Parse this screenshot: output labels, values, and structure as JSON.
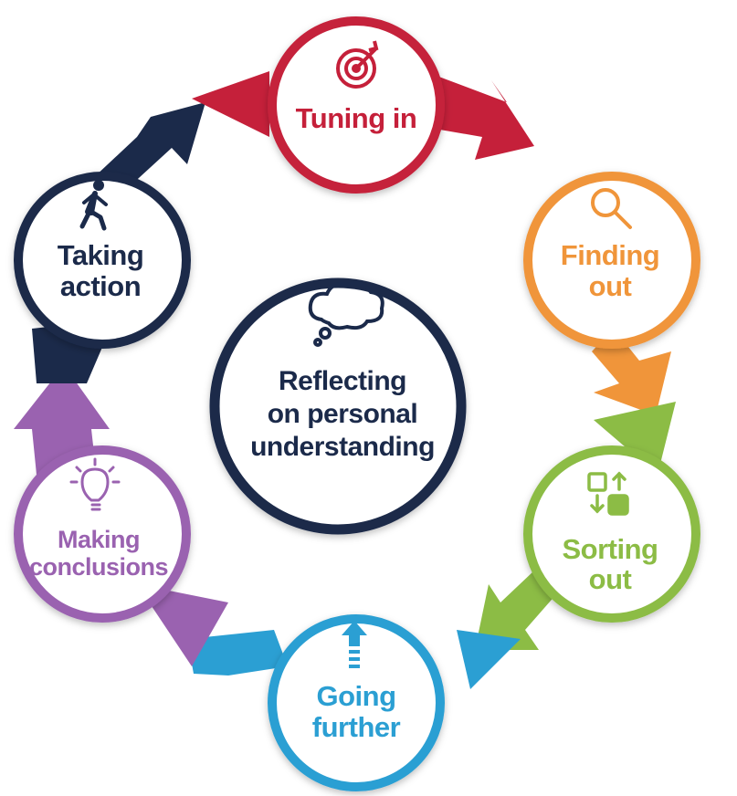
{
  "center": {
    "line1": "Reflecting",
    "line2": "on personal",
    "line3": "understanding",
    "icon": "thought-cloud-icon",
    "color": "#1b2a4a"
  },
  "stages": [
    {
      "id": "tuning-in",
      "line1": "Tuning in",
      "line2": "",
      "icon": "target-icon",
      "color": "#c5203a"
    },
    {
      "id": "finding-out",
      "line1": "Finding",
      "line2": "out",
      "icon": "magnifier-icon",
      "color": "#f0953a"
    },
    {
      "id": "sorting-out",
      "line1": "Sorting",
      "line2": "out",
      "icon": "sorting-icon",
      "color": "#8cbc45"
    },
    {
      "id": "going-further",
      "line1": "Going",
      "line2": "further",
      "icon": "up-arrow-icon",
      "color": "#2b9fd3"
    },
    {
      "id": "making-conclusions",
      "line1": "Making",
      "line2": "conclusions",
      "icon": "lightbulb-icon",
      "color": "#9a62b0"
    },
    {
      "id": "taking-action",
      "line1": "Taking",
      "line2": "action",
      "icon": "walking-person-icon",
      "color": "#1b2a4a"
    }
  ]
}
